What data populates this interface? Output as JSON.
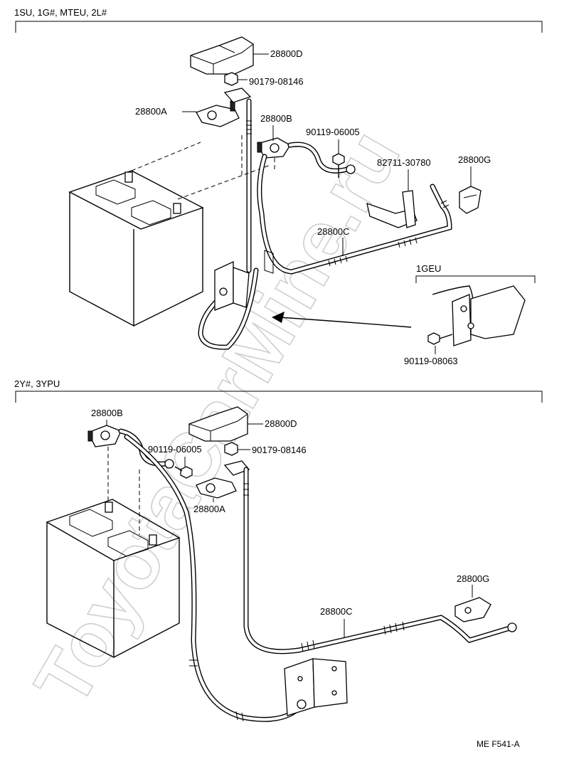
{
  "watermark": "ToyotaCarMine.ru",
  "code": "ME F541-A",
  "top": {
    "heading": "1SU, 1G#, MTEU, 2L#",
    "labels": {
      "cover": "28800D",
      "nut": "90179-08146",
      "terminal_pos": "28800A",
      "terminal_neg": "28800B",
      "bolt": "90119-06005",
      "clamp": "82711-30780",
      "boot": "28800G",
      "cable": "28800C"
    },
    "inset": {
      "heading": "1GEU",
      "bolt": "90119-08063"
    }
  },
  "bottom": {
    "heading": "2Y#, 3YPU",
    "labels": {
      "terminal_neg": "28800B",
      "cover": "28800D",
      "bolt": "90119-06005",
      "nut": "90179-08146",
      "terminal_pos": "28800A",
      "boot": "28800G",
      "cable": "28800C"
    }
  }
}
